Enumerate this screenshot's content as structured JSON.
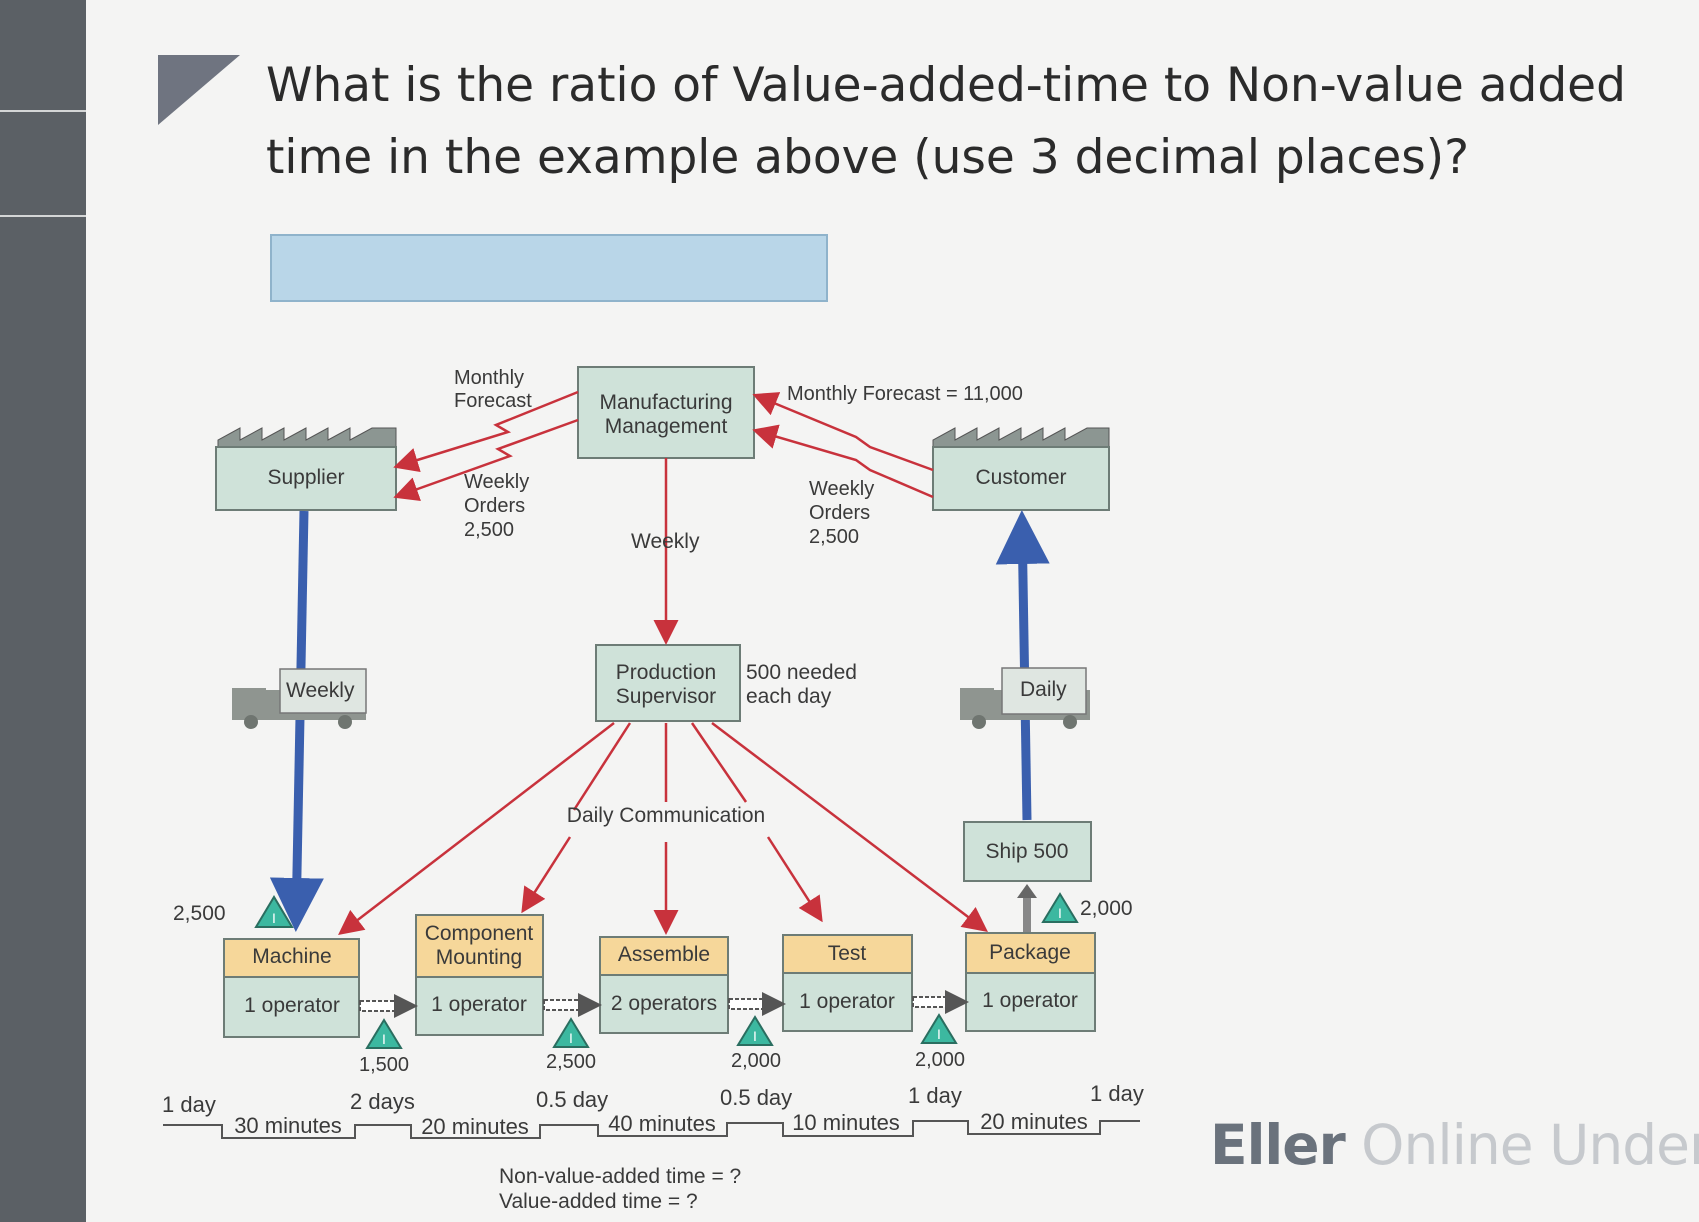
{
  "question": "What is the ratio of Value-added-time to Non-value added time in the example above (use 3 decimal places)?",
  "answer": {
    "value": ""
  },
  "colors": {
    "box_fill": "#cfe2d9",
    "process_header": "#f6d79a",
    "info_arrow": "#c8323c",
    "material_arrow": "#3a5fae",
    "triangle": "#3cb8a0"
  },
  "map": {
    "mgmt": [
      "Manufacturing",
      "Management"
    ],
    "supplier": "Supplier",
    "customer": "Customer",
    "supplier_forecast": [
      "Monthly",
      "Forecast"
    ],
    "supplier_orders": [
      "Weekly",
      "Orders",
      "2,500"
    ],
    "customer_forecast": "Monthly Forecast = 11,000",
    "customer_orders": [
      "Weekly",
      "Orders",
      "2,500"
    ],
    "schedule_weekly": "Weekly",
    "supervisor": [
      "Production",
      "Supervisor"
    ],
    "demand_note": [
      "500 needed",
      "each day"
    ],
    "daily_communication": "Daily Communication",
    "truck_in": "Weekly",
    "truck_out": "Daily",
    "ship": "Ship 500",
    "inventory_raw": "2,500",
    "inventory_finished": "2,000",
    "processes": [
      {
        "name": [
          "Machine"
        ],
        "operators": "1 operator"
      },
      {
        "name": [
          "Component",
          "Mounting"
        ],
        "operators": "1 operator"
      },
      {
        "name": [
          "Assemble"
        ],
        "operators": "2 operators"
      },
      {
        "name": [
          "Test"
        ],
        "operators": "1 operator"
      },
      {
        "name": [
          "Package"
        ],
        "operators": "1 operator"
      }
    ],
    "wip": [
      "1,500",
      "2,500",
      "2,000",
      "2,000"
    ],
    "timeline": {
      "waits": [
        "1 day",
        "2 days",
        "0.5 day",
        "0.5 day",
        "1 day",
        "1 day"
      ],
      "process_times": [
        "30 minutes",
        "20 minutes",
        "40 minutes",
        "10 minutes",
        "20 minutes"
      ]
    },
    "summary": [
      "Non-value-added time = ?",
      "Value-added time = ?"
    ],
    "inventory_icon": "inventory-triangle-icon",
    "truck_icon": "truck-icon",
    "push_icon": "push-arrow-icon"
  },
  "brand": {
    "bold": "Eller",
    "rest": " Online Underg"
  }
}
